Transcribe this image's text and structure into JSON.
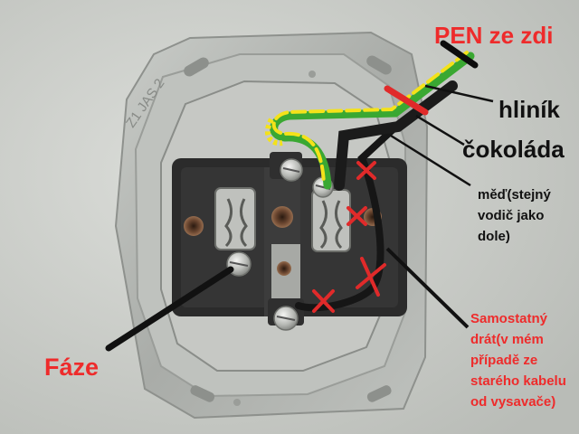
{
  "labels": {
    "pen": "PEN ze zdi",
    "hlinik": "hliník",
    "cokolada": "čokoláda",
    "med": "měď(stejný vodič jako dole)",
    "samostatny": "Samostatný drát(v mém případě ze starého kabelu od vysavače)",
    "faze": "Fáze"
  },
  "plate_stamp": "Z1 JAS 2",
  "colors": {
    "red_text": "#ee2b2b",
    "black_text": "#111111",
    "wall": "#c9cbc6",
    "metal_frame": "#b3b6b2",
    "socket_body": "#2a2a2a",
    "wire_yellow": "#f4e21a",
    "wire_green": "#3aa832",
    "wire_black": "#161616",
    "cross_red": "#e02a2a"
  },
  "icons": [
    "cross-mark",
    "screw-terminal",
    "spring-clip"
  ]
}
